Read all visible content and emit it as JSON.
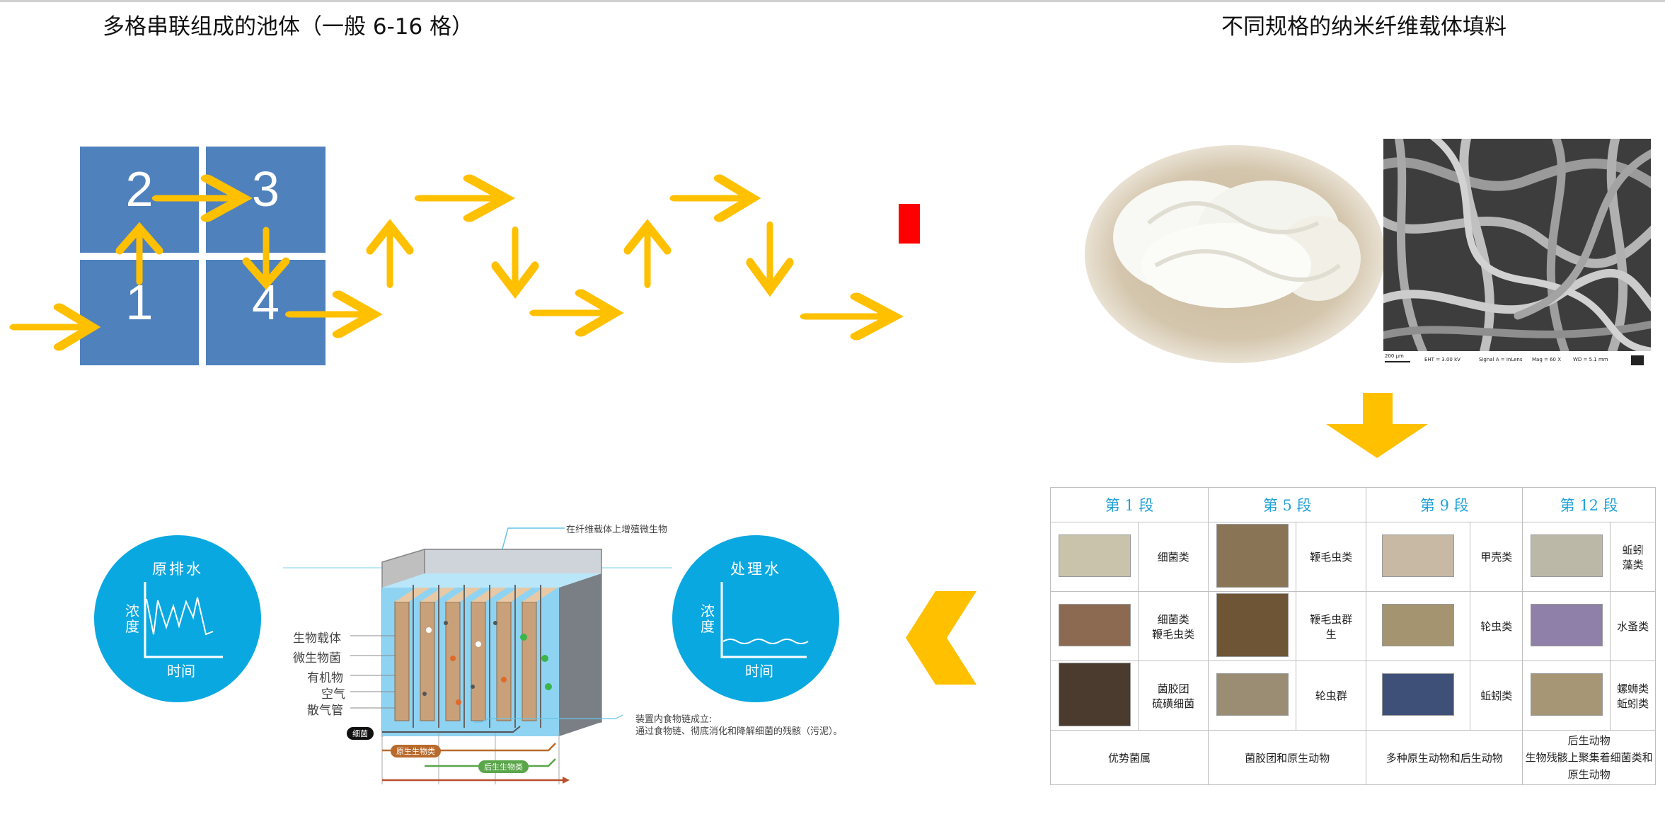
{
  "titles": {
    "left": "多格串联组成的池体（一般 6-16 格）",
    "right": "不同规格的纳米纤维载体填料"
  },
  "grid_cells": [
    "2",
    "3",
    "1",
    "4"
  ],
  "sem_caption": {
    "scale": "200 μm",
    "eht": "EHT = 3.00 kV",
    "signal": "Signal A = InLens",
    "mag": "Mag = 60 X",
    "wd": "WD = 5.1 mm"
  },
  "table": {
    "headers": [
      "第 1 段",
      "第 5 段",
      "第 9 段",
      "第 12 段"
    ],
    "rows": [
      [
        "细菌类",
        "鞭毛虫类",
        "甲壳类",
        "蚯蚓\n藻类"
      ],
      [
        "细菌类\n鞭毛虫类",
        "鞭毛虫群\n生",
        "轮虫类",
        "水蚤类"
      ],
      [
        "菌胶团\n硫磺细菌",
        "轮虫群",
        "蚯蚓类",
        "螺蛳类\n蚯蚓类"
      ]
    ],
    "footer": [
      "优势菌属",
      "菌胶团和原生动物",
      "多种原生动物和后生动物",
      "后生动物\n生物残骸上聚集着细菌类和\n原生动物"
    ]
  },
  "circles": {
    "raw": {
      "title": "原排水",
      "y": "浓度",
      "x": "时间"
    },
    "treated": {
      "title": "处理水",
      "y": "浓度",
      "x": "时间"
    }
  },
  "reactor": {
    "top_note": "在纤维载体上增殖微生物",
    "labels": [
      "生物载体",
      "微生物菌",
      "有机物",
      "空气",
      "散气管"
    ],
    "bottom_note_1": "装置内食物链成立:",
    "bottom_note_2": "通过食物链、彻底消化和降解细菌的残骸（污泥）。",
    "tags": [
      "细菌",
      "原生生物类",
      "后生生物类"
    ]
  },
  "colors": {
    "arrow": "#ffc000",
    "cell": "#4f81bd",
    "cross": "#ff0000",
    "circle": "#0aa8e0",
    "table_header": "#1fa2d8"
  }
}
